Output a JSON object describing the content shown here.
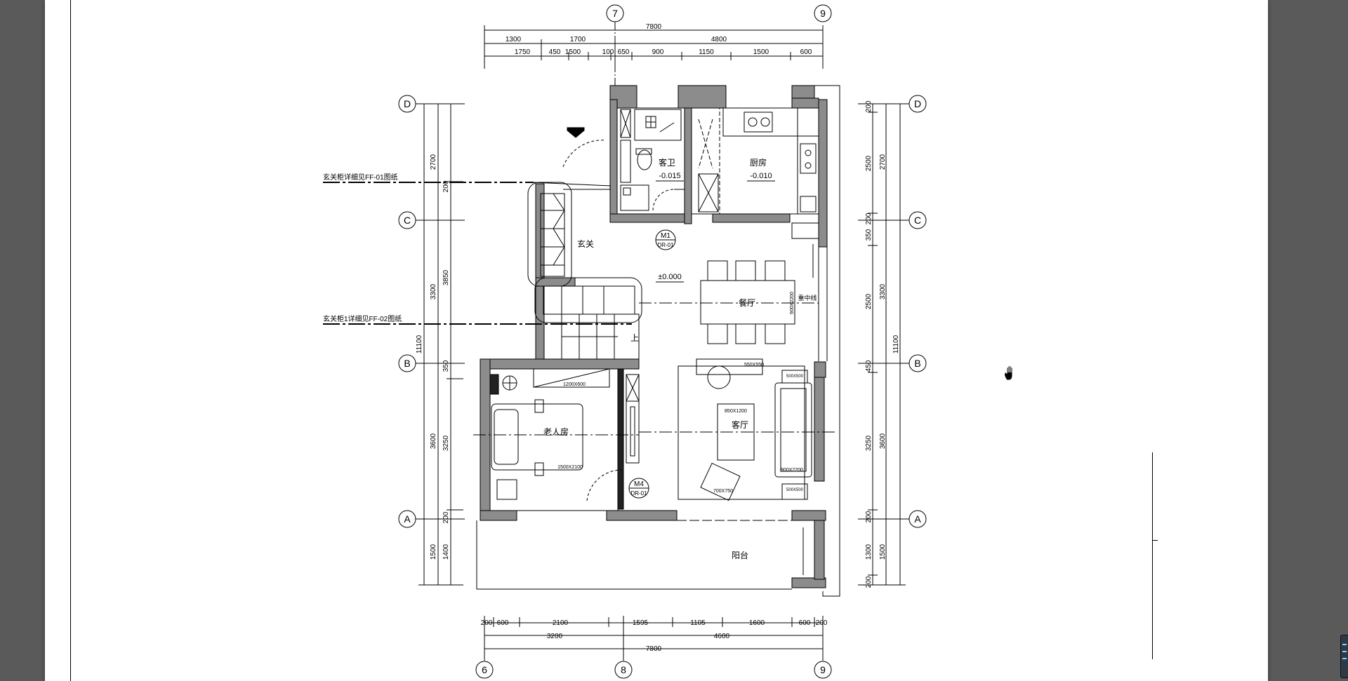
{
  "viewer": {
    "background": "#5a5a5a",
    "page_color": "#ffffff"
  },
  "plan": {
    "grid": {
      "top": [
        "7",
        "9"
      ],
      "bottom": [
        "6",
        "8",
        "9"
      ],
      "left": [
        "D",
        "C",
        "B",
        "A"
      ],
      "right": [
        "D",
        "C",
        "B",
        "A"
      ]
    },
    "top_dims": {
      "total": "7800",
      "mid": [
        "1300",
        "1700",
        "4800"
      ],
      "detail": [
        "1750",
        "450",
        "1500",
        "100",
        "650",
        "900",
        "1150",
        "1500",
        "600"
      ]
    },
    "bottom_dims": {
      "total": "7800",
      "mid": [
        "3200",
        "4600"
      ],
      "detail": [
        "200",
        "600",
        "2100",
        "1595",
        "1105",
        "1600",
        "600",
        "200"
      ]
    },
    "left_dims": {
      "total": "11100",
      "mid": [
        "2700",
        "3300",
        "3600",
        "1500"
      ],
      "detail": [
        "200",
        "3850",
        "350",
        "3250",
        "200",
        "1400"
      ]
    },
    "right_dims": {
      "total": "11100",
      "mid": [
        "2700",
        "3300",
        "3600",
        "1500"
      ],
      "detail": [
        "200",
        "2500",
        "200",
        "350",
        "2500",
        "450",
        "3250",
        "200",
        "1300",
        "200"
      ]
    },
    "rooms": {
      "guest_bath": "客卫",
      "guest_bath_level": "-0.015",
      "kitchen": "厨房",
      "kitchen_level": "-0.010",
      "foyer": "玄关",
      "dining": "餐厅",
      "floor_level": "±0.000",
      "center_line": "重中线",
      "up": "上",
      "guest_room": "老人房",
      "living": "客厅",
      "terrace": "阳台"
    },
    "doors": {
      "m1": "M1",
      "m1_ref": "DR-01",
      "m4": "M4",
      "m4_ref": "DR-01"
    },
    "furniture_dims": {
      "wardrobe": "1200X600",
      "bed": "1500X2100",
      "coffee_table": "850X1200",
      "round_table": "550X550",
      "sofa": "900X2200",
      "side_top": "500X500",
      "side_bottom": "500X500",
      "armchair": "700X750",
      "dining_table": "900X2200"
    },
    "section_notes": [
      "玄关柜详细见FF-01图纸",
      "玄关柜1详细见FF-02图纸"
    ]
  }
}
